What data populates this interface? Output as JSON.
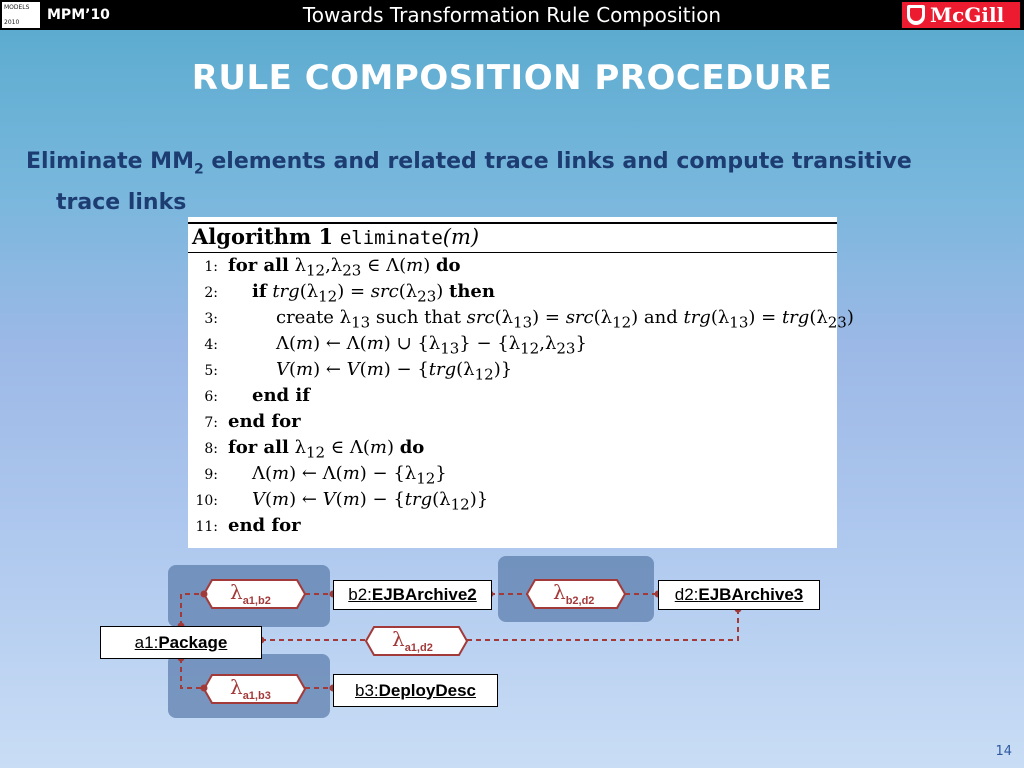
{
  "header": {
    "conference": "MPM’10",
    "title": "Towards Transformation Rule Composition",
    "logo_left_lines": [
      "MODELS",
      "2010"
    ],
    "logo_right": "McGill"
  },
  "slide": {
    "title": "RULE COMPOSITION PROCEDURE",
    "bullet_part1": "Eliminate MM",
    "bullet_sub": "2",
    "bullet_part2": " elements and related trace links and compute transitive",
    "bullet_line2": "trace links",
    "page_number": "14"
  },
  "algorithm": {
    "label": "Algorithm 1",
    "name": "eliminate",
    "param": "(m)",
    "lines": [
      {
        "n": "1:",
        "html": "<b>for all</b> λ<sub>12</sub>,λ<sub>23</sub> ∈ Λ(<i>m</i>) <b>do</b>",
        "indent": 0
      },
      {
        "n": "2:",
        "html": "<b>if</b> <i>trg</i>(λ<sub>12</sub>) = <i>src</i>(λ<sub>23</sub>) <b>then</b>",
        "indent": 1
      },
      {
        "n": "3:",
        "html": "create λ<sub>13</sub> such that <i>src</i>(λ<sub>13</sub>) = <i>src</i>(λ<sub>12</sub>) and <i>trg</i>(λ<sub>13</sub>) = <i>trg</i>(λ<sub>23</sub>)",
        "indent": 2
      },
      {
        "n": "4:",
        "html": "Λ(<i>m</i>) ← Λ(<i>m</i>) ∪ {λ<sub>13</sub>} − {λ<sub>12</sub>,λ<sub>23</sub>}",
        "indent": 2
      },
      {
        "n": "5:",
        "html": "<i>V</i>(<i>m</i>) ← <i>V</i>(<i>m</i>) − {<i>trg</i>(λ<sub>12</sub>)}",
        "indent": 2
      },
      {
        "n": "6:",
        "html": "<b>end if</b>",
        "indent": 1
      },
      {
        "n": "7:",
        "html": "<b>end for</b>",
        "indent": 0
      },
      {
        "n": "8:",
        "html": "<b>for all</b> λ<sub>12</sub> ∈ Λ(<i>m</i>) <b>do</b>",
        "indent": 0
      },
      {
        "n": "9:",
        "html": "Λ(<i>m</i>) ← Λ(<i>m</i>) − {λ<sub>12</sub>}",
        "indent": 1
      },
      {
        "n": "10:",
        "html": "<i>V</i>(<i>m</i>) ← <i>V</i>(<i>m</i>) − {<i>trg</i>(λ<sub>12</sub>)}",
        "indent": 1
      },
      {
        "n": "11:",
        "html": "<b>end for</b>",
        "indent": 0
      }
    ]
  },
  "diagram": {
    "nodes": {
      "a1": {
        "id": "a1:",
        "type": "Package"
      },
      "b2": {
        "id": "b2:",
        "type": "EJBArchive2"
      },
      "d2": {
        "id": "d2:",
        "type": "EJBArchive3"
      },
      "b3": {
        "id": "b3:",
        "type": "DeployDesc"
      }
    },
    "links": {
      "a1b2": {
        "symbol": "λ",
        "sub": "a1,b2"
      },
      "b2d2": {
        "symbol": "λ",
        "sub": "b2,d2"
      },
      "a1d2": {
        "symbol": "λ",
        "sub": "a1,d2"
      },
      "a1b3": {
        "symbol": "λ",
        "sub": "a1,b3"
      }
    },
    "colors": {
      "link": "#a33a3a",
      "highlight": "#5d7fae"
    }
  }
}
